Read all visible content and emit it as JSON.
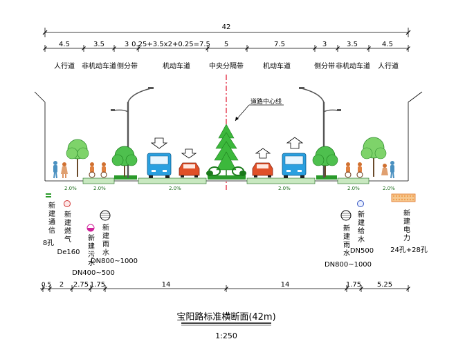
{
  "top_dimension": {
    "total": "42",
    "segments": [
      "4.5",
      "3.5",
      "3",
      "0.25+3.5x2+0.25=7.5",
      "5",
      "7.5",
      "3",
      "3.5",
      "4.5"
    ],
    "labels": [
      "人行道",
      "非机动车道",
      "侧分带",
      "机动车道",
      "中央分隔带",
      "机动车道",
      "侧分带",
      "非机动车道",
      "人行道"
    ]
  },
  "centerline_label": "道路中心线",
  "slopes": [
    "2.0%",
    "2.0%",
    "2.0%",
    "2.0%",
    "2.0%",
    "2.0%"
  ],
  "pipelines": {
    "telecom": {
      "name": "新建通信",
      "spec": "8孔"
    },
    "gas": {
      "name": "新建燃气",
      "spec": "De160"
    },
    "sewer": {
      "name": "新建污水",
      "spec": "DN400~500"
    },
    "rain_left": {
      "name": "新建雨水",
      "spec": "DN800~1000"
    },
    "rain_right": {
      "name": "新建雨水",
      "spec": "DN800~1000"
    },
    "water": {
      "name": "新建给水",
      "spec": "DN500"
    },
    "power": {
      "name": "新建电力",
      "spec": "24孔+28孔"
    }
  },
  "bottom_dimension": {
    "segments": [
      "0.5",
      "2",
      "2.75",
      "1.75",
      "14",
      "14",
      "1.75",
      "5.25"
    ]
  },
  "title": "宝阳路标准横断面(42m)",
  "scale": "1:250",
  "colors": {
    "centerline": "#e0102a",
    "tree_green": "#3cb83c",
    "car_red": "#e05028",
    "bus_blue": "#2aa0e0",
    "median_green": "#2a9a2a",
    "pedestrian_blue": "#4a90c0",
    "pedestrian_orange": "#d07030",
    "power_orange": "#f0a050",
    "sewer_magenta": "#d0209a",
    "gas_red": "#d03030",
    "water_blue": "#3050c0"
  }
}
